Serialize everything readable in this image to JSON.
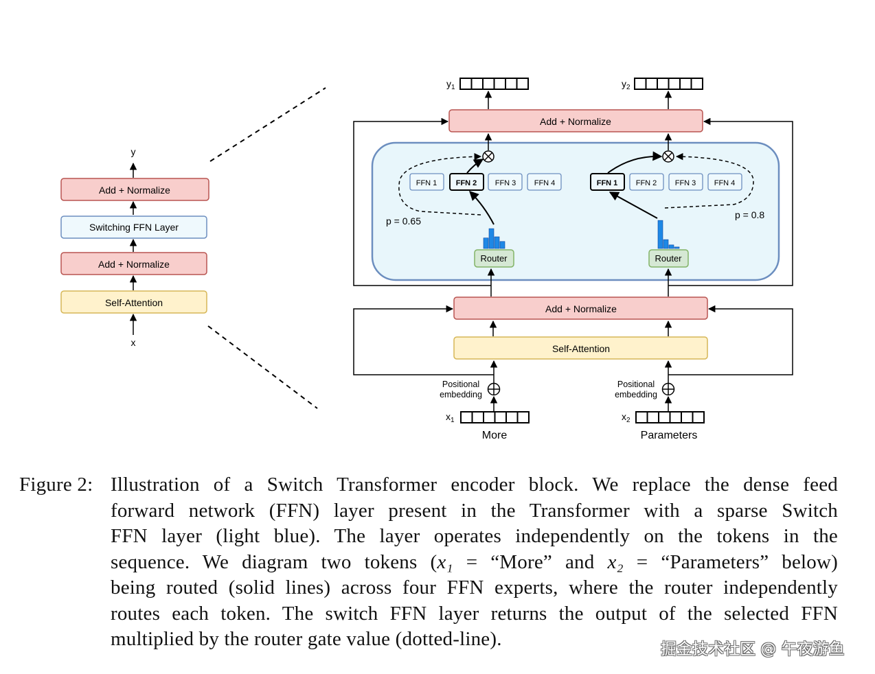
{
  "left_stack": {
    "output_label": "y",
    "input_label": "x",
    "blocks": [
      "Add + Normalize",
      "Switching FFN Layer",
      "Add + Normalize",
      "Self-Attention"
    ]
  },
  "right": {
    "top_norm": "Add + Normalize",
    "bottom_norm": "Add + Normalize",
    "self_attention": "Self-Attention",
    "positional_embedding": [
      "Positional",
      "embedding"
    ],
    "token1": {
      "y_label": "y1",
      "x_label": "x1",
      "word": "More",
      "ffns": [
        "FFN 1",
        "FFN 2",
        "FFN 3",
        "FFN 4"
      ],
      "selected": "FFN 2",
      "prob": "p = 0.65",
      "router": "Router",
      "router_distribution": [
        0.45,
        0.85,
        0.5,
        0.3
      ]
    },
    "token2": {
      "y_label": "y2",
      "x_label": "x2",
      "word": "Parameters",
      "ffns": [
        "FFN 1",
        "FFN 2",
        "FFN 3",
        "FFN 4"
      ],
      "selected": "FFN 1",
      "prob": "p = 0.8",
      "router": "Router",
      "router_distribution": [
        0.95,
        0.3,
        0.12,
        0.05
      ]
    }
  },
  "colors": {
    "norm_fill": "#f8cecc",
    "norm_stroke": "#b85450",
    "ffn_fill": "#eff9fd",
    "ffn_stroke": "#6c8ebf",
    "attn_fill": "#fff2cc",
    "attn_stroke": "#d6b656",
    "router_fill": "#d5e8d4",
    "router_stroke": "#82b366",
    "switch_fill": "#e8f6fb",
    "switch_stroke": "#6c8ebf",
    "bar": "#1e88e5"
  },
  "caption": {
    "label": "Figure 2:",
    "lines": [
      [
        "Illustration of a Switch Transformer encoder block.  We replace the dense feed"
      ],
      [
        "forward network (FFN) layer present in the Transformer with a sparse Switch"
      ],
      [
        "FFN layer (light blue).  The layer operates independently on the tokens in the"
      ],
      [
        "sequence.  We diagram two tokens (",
        {
          "math": "x₁"
        },
        " = “More” and ",
        {
          "math": "x₂"
        },
        " = “Parameters” below)"
      ],
      [
        "being routed (solid lines) across four FFN experts, where the router independently"
      ],
      [
        "routes each token.  The switch FFN layer returns the output of the selected FFN"
      ],
      [
        "multiplied by the router gate value (dotted-line)."
      ]
    ]
  },
  "watermark": "掘金技术社区 @ 午夜游鱼"
}
